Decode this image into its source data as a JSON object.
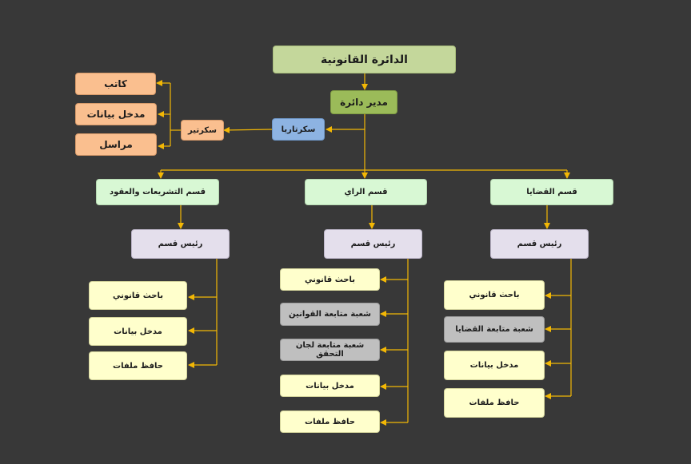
{
  "root": "الدائرة القانونية",
  "director": "مدير دائرة",
  "secretariat": "سكرتاريا",
  "secretary": "سكرتير",
  "secretary_staff": [
    "كاتب",
    "مدخل بيانات",
    "مراسل"
  ],
  "divisions": {
    "cases": {
      "title": "قسم القضايا",
      "head": "رئيس قسم",
      "units": [
        "باحث قانوني",
        "شعبة متابعة القضايا",
        "مدخل بيانات",
        "حافظ ملفات"
      ]
    },
    "opinion": {
      "title": "قسم الراي",
      "head": "رئيس قسم",
      "units": [
        "باحث قانوني",
        "شعبة متابعة القوانين",
        "شعبة متابعة لجان التحقق",
        "مدخل بيانات",
        "حافظ ملفات"
      ]
    },
    "legislation": {
      "title": "قسم التشريعات والعقود",
      "head": "رئيس قسم",
      "units": [
        "باحث قانوني",
        "مدخل بيانات",
        "حافظ ملفات"
      ]
    }
  },
  "colors": {
    "connector": "#f2b705",
    "background": "#383838"
  }
}
